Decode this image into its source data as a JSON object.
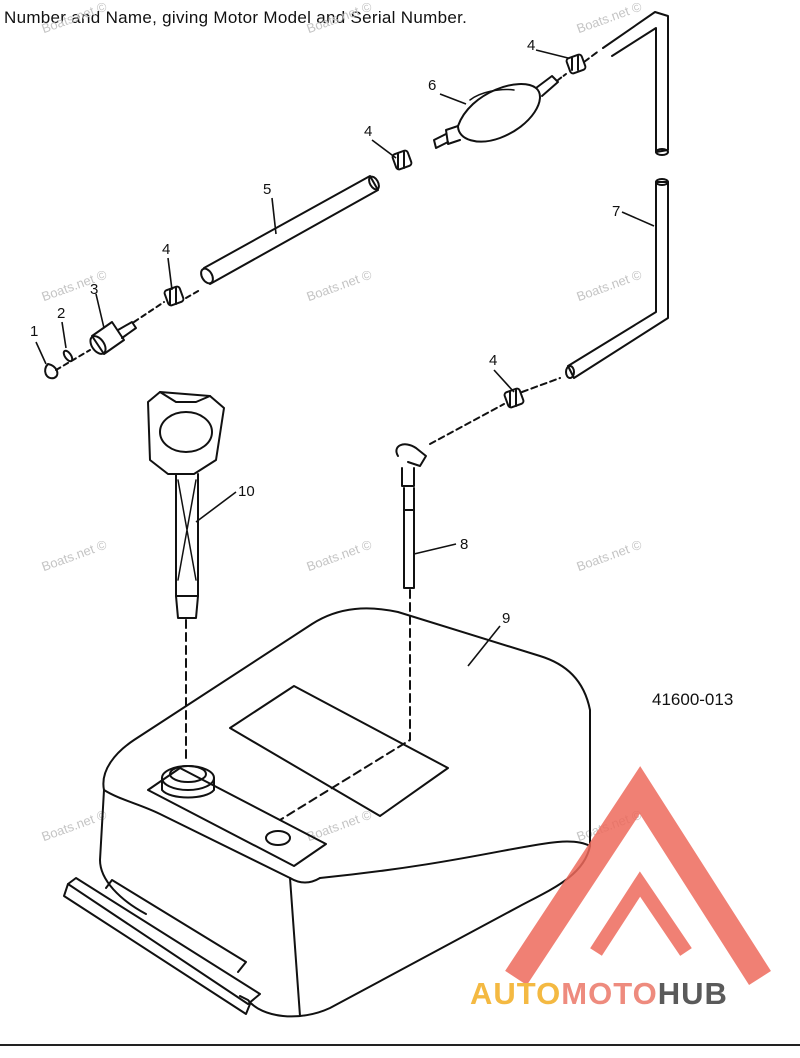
{
  "header_text": "Number and Name, giving Motor Model and Serial Number.",
  "diagram_number": "41600-013",
  "callouts": [
    "1",
    "2",
    "3",
    "4",
    "4",
    "4",
    "4",
    "5",
    "6",
    "7",
    "8",
    "9",
    "10"
  ],
  "watermark_text": "Boats.net ©",
  "brand": {
    "part1": "AUTO",
    "part2": "MOTO",
    "part3": "HUB"
  },
  "colors": {
    "line": "#111111",
    "watermark": "#c4c4c4",
    "logo_red": "#ee6a5c",
    "brand_yellow": "#f4b942",
    "brand_pink": "#ee8b7e",
    "brand_gray": "#5a5a5a"
  }
}
